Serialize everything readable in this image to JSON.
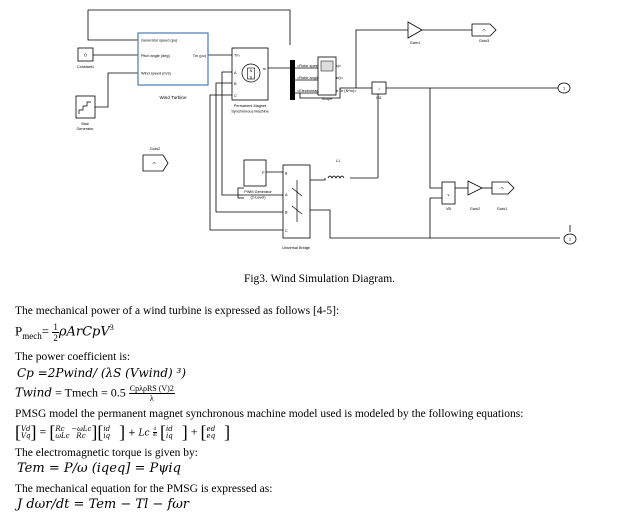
{
  "diagram": {
    "blocks": {
      "constant": {
        "value": "0",
        "label": "Constant1"
      },
      "stair": {
        "label_line1": "Stair",
        "label_line2": "Generator"
      },
      "wind_turbine": {
        "port1": "Generator speed (pu)",
        "port2": "Pitch angle (deg)",
        "port3": "Wind speed (m/s)",
        "out": "Tm (pu)",
        "label": "Wind Turbine"
      },
      "pmsm": {
        "port_tm": "Tm",
        "port_a": "A",
        "port_b": "B",
        "port_c": "C",
        "port_m": "m",
        "label_line1": "Permanent Magnet",
        "label_line2": "Synchronous Machine"
      },
      "demux": {
        "sig1": "<Rotor speed wm (rad/s)>",
        "sig2": "<Rotor angle thetam (rad)>",
        "sig3": "<Electromagnetic torque Te (N*m)>"
      },
      "scope": {
        "label": "Scope"
      },
      "goto_top": {
        "text": "-T-",
        "label": "Goto3"
      },
      "gain_top": {
        "label": "Gain1"
      },
      "i_meas": {
        "label": "IB1"
      },
      "out1": {
        "text": "1"
      },
      "out2": {
        "text": "2"
      },
      "goto2": {
        "text": "-T-",
        "label": "Goto2"
      },
      "pwm": {
        "label_line1": "PWM Generator",
        "label_line2": "(2-Level)",
        "port": "P"
      },
      "bridge": {
        "label": "Universal Bridge",
        "port_g": "g",
        "port_a": "A",
        "port_b": "B",
        "port_c": "C"
      },
      "inductor": {
        "label": "L1"
      },
      "vb": {
        "label": "VB"
      },
      "gain2": {
        "label": "Gain2"
      },
      "goto1": {
        "text": "-T-",
        "label": "Goto1"
      }
    }
  },
  "caption": "Fig3. Wind Simulation Diagram.",
  "text": {
    "p1": "The mechanical power of a wind turbine is expressed as follows [4-5]:",
    "eq1_lhs": "P",
    "eq1_sub": "mech",
    "eq1_eq": "=",
    "eq1_num": "1",
    "eq1_den": "2",
    "eq1_rhs": "ρArCpV",
    "eq1_exp": "3",
    "p2": "The power coefficient is:",
    "eq2": "Cp =2Pwind/ (λS (Vwind) ³)",
    "eq3_lhs": "Twind",
    "eq3_mid": " = Tmech = 0.5",
    "eq3_num": "CpλρRS (V)2",
    "eq3_den": "λ",
    "p3": "PMSG model the permanent magnet synchronous machine model used is modeled by the following equations:",
    "eq4": {
      "v1": "Vd",
      "v2": "Vq",
      "r11": "Rc",
      "r12": "−ωLc",
      "r21": "ωLc",
      "r22": "Rc",
      "i1": "id",
      "i2": "iq",
      "mid": "+ Lc",
      "d_num": "d",
      "d_den": "dt",
      "j1": "id",
      "j2": "iq",
      "e1": "ed",
      "e2": "eq"
    },
    "p4": "The electromagnetic torque is given by:",
    "eq5": "Tem = P/ω (iqeq] = Pψiq",
    "p5": "The mechanical equation for the PMSG is expressed as:",
    "eq6": "J dωr/dt = Tem − Tl − fωr"
  }
}
